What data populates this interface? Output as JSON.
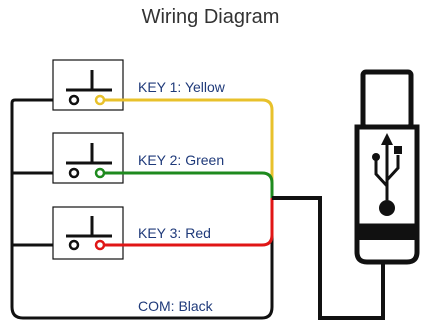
{
  "title": "Wiring Diagram",
  "labels": {
    "key1": "KEY 1: Yellow",
    "key2": "KEY 2: Green",
    "key3": "KEY 3: Red",
    "com": "COM: Black"
  },
  "colors": {
    "yellow": "#E8C12B",
    "green": "#1E8A1E",
    "red": "#E01616",
    "black": "#111111",
    "usb_fill": "#ffffff",
    "label": "#1f3a7a"
  },
  "icons": [
    "push-button-switch-icon",
    "usb-plug-icon",
    "usb-symbol-icon"
  ]
}
